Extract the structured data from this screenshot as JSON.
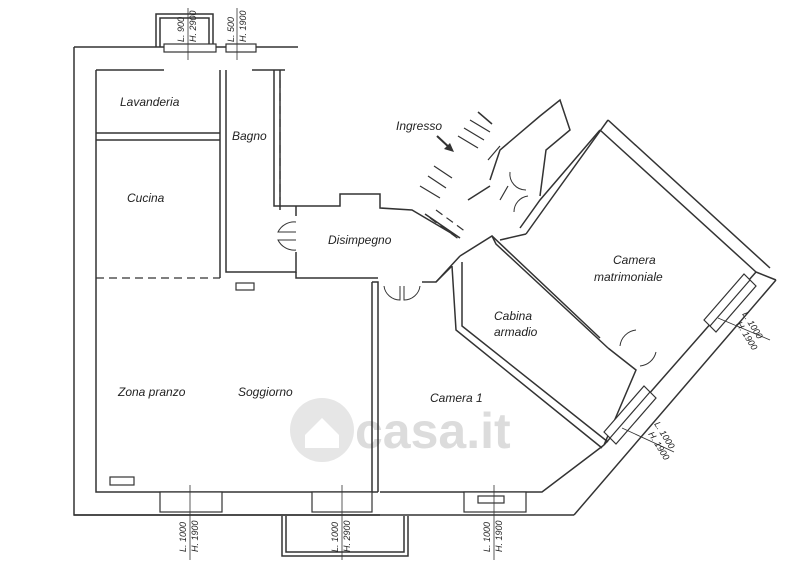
{
  "rooms": {
    "lavanderia": "Lavanderia",
    "bagno": "Bagno",
    "cucina": "Cucina",
    "ingresso": "Ingresso",
    "disimpegno": "Disimpegno",
    "camera_matrimoniale_1": "Camera",
    "camera_matrimoniale_2": "matrimoniale",
    "cabina_1": "Cabina",
    "cabina_2": "armadio",
    "zona_pranzo": "Zona pranzo",
    "soggiorno": "Soggiorno",
    "camera1": "Camera 1"
  },
  "windows": {
    "top1_l": "L. 900",
    "top1_h": "H. 2900",
    "top2_l": "L. 500",
    "top2_h": "H. 1900",
    "right1_l": "L. 1000",
    "right1_h": "H. 1900",
    "right2_l": "L. 1000",
    "right2_h": "H. 1900",
    "bot1_l": "L. 1000",
    "bot1_h": "H. 1900",
    "bot2_l": "L. 1000",
    "bot2_h": "H. 2900",
    "bot3_l": "L. 1000",
    "bot3_h": "H. 1900"
  },
  "watermark": "casa.it"
}
